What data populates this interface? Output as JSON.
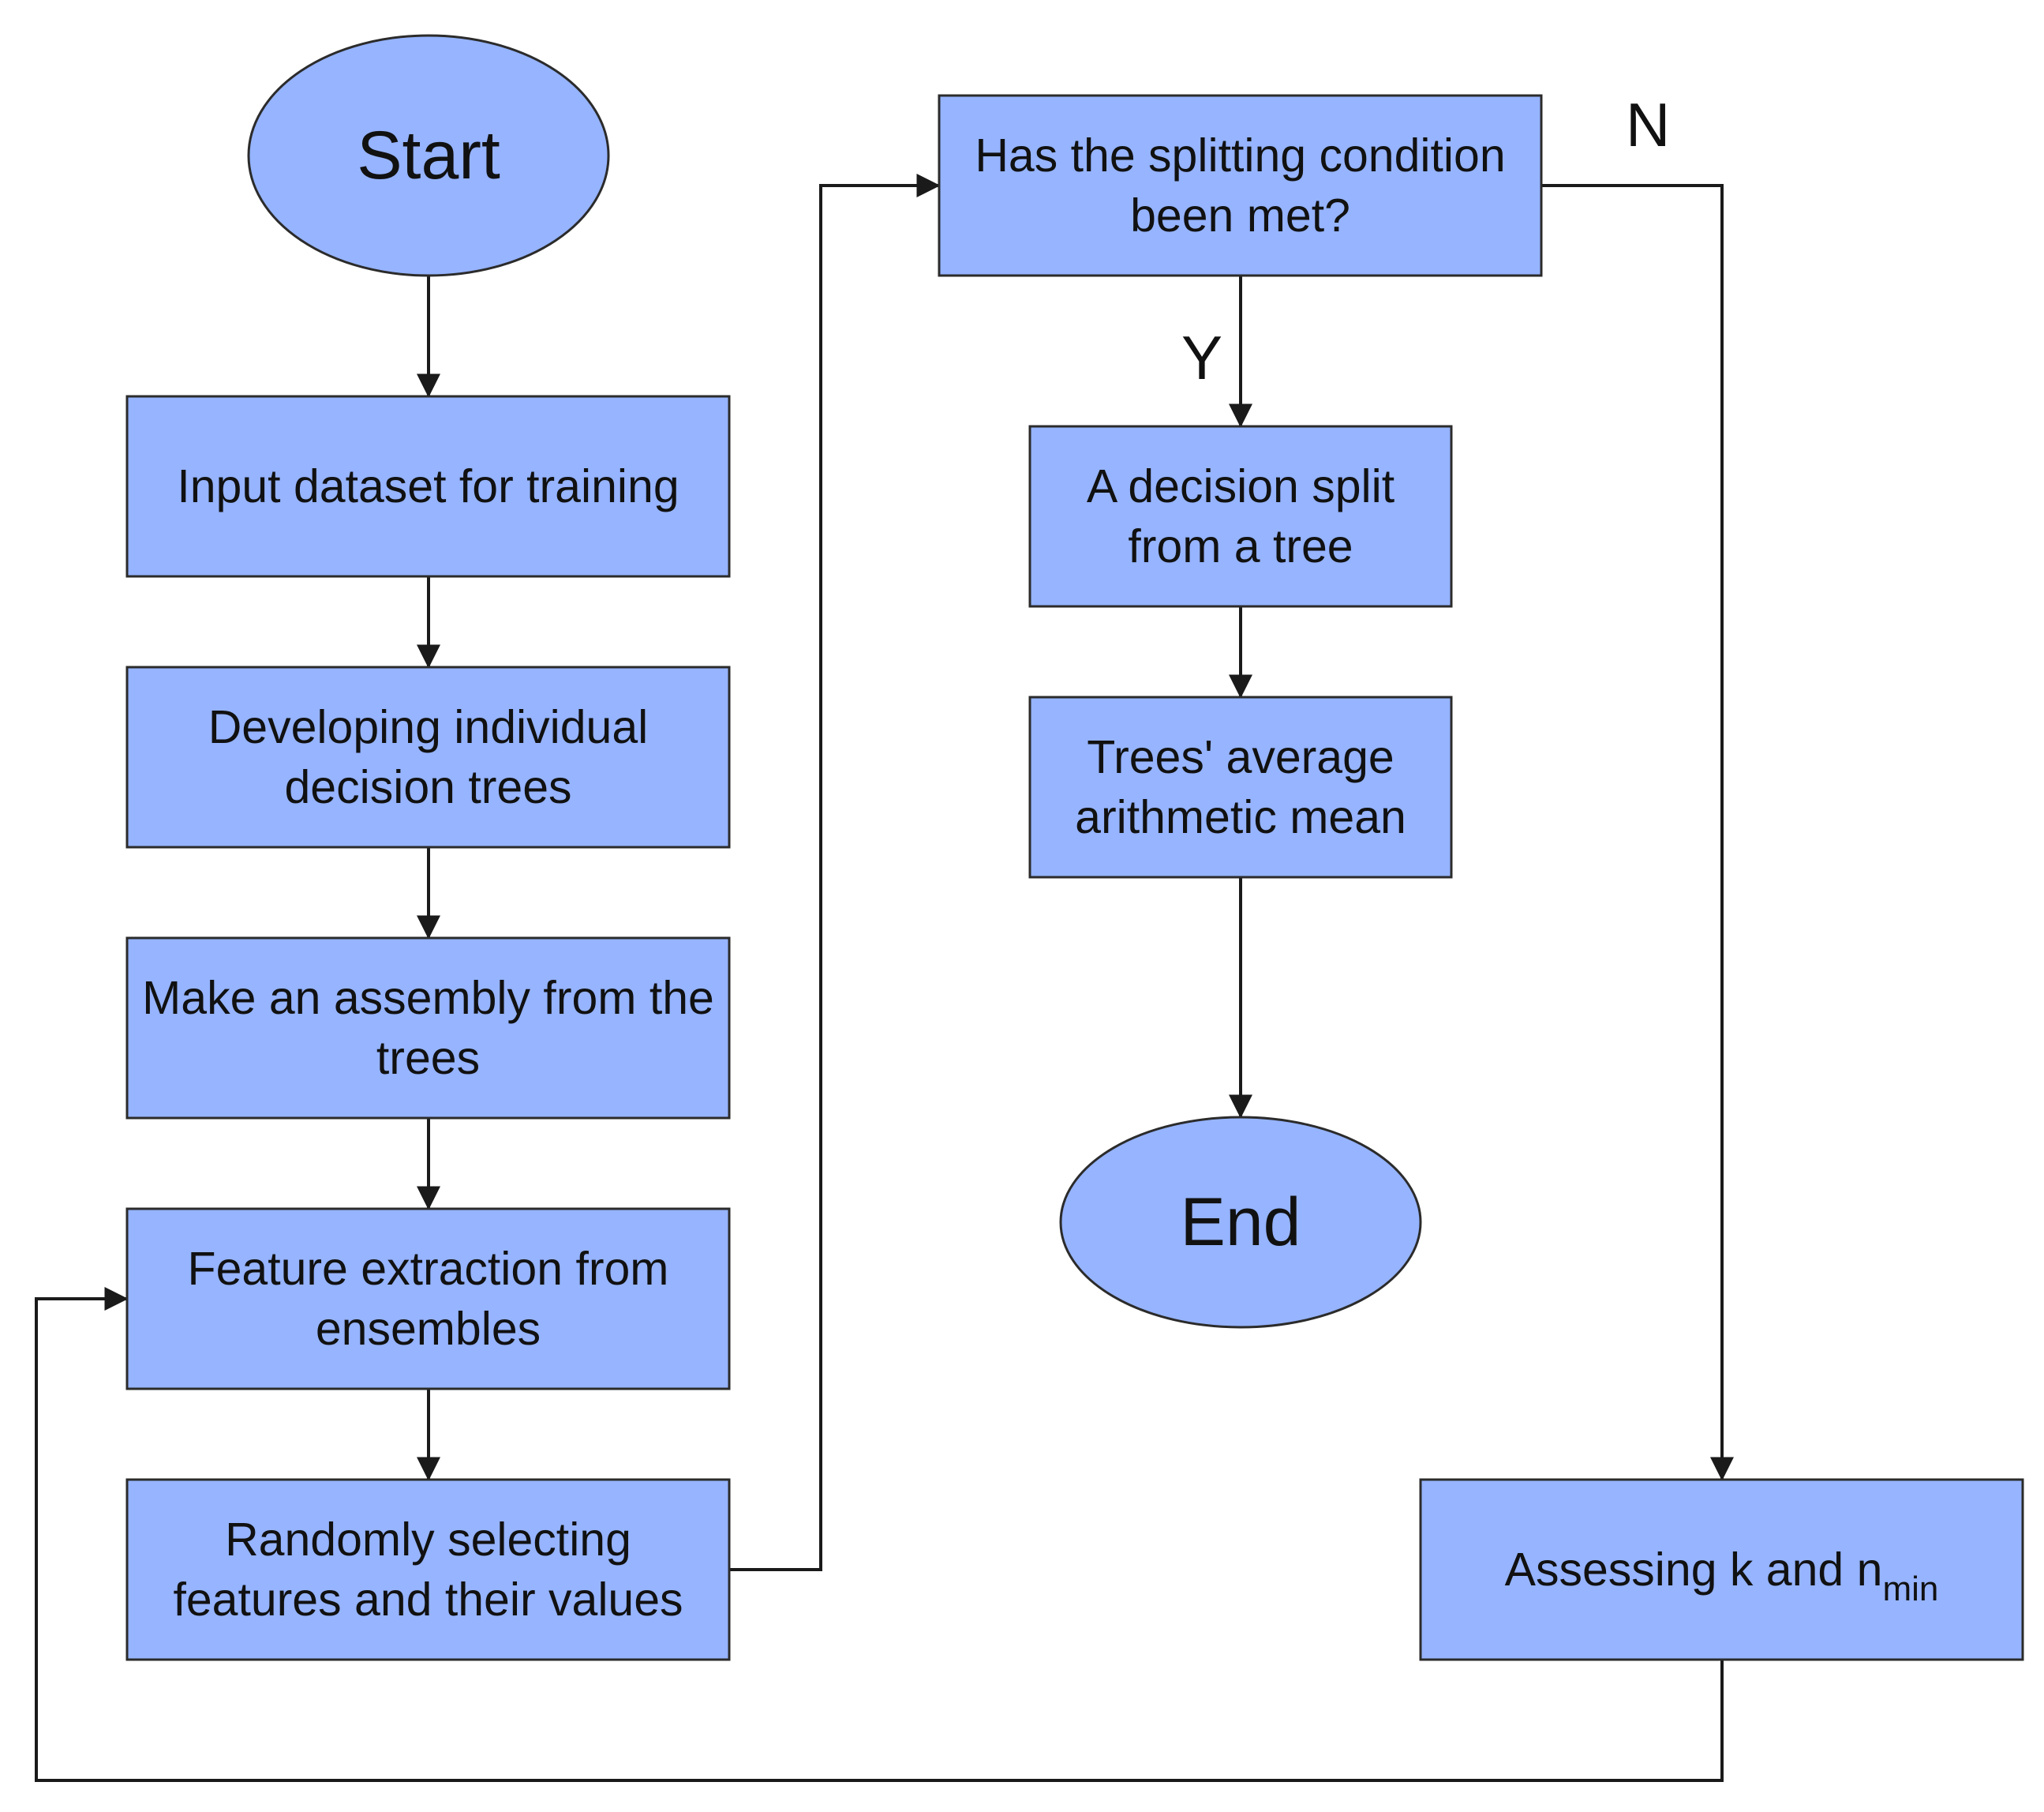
{
  "colors": {
    "node_fill": "#96b4ff",
    "node_stroke": "#2b2b2b",
    "edge_stroke": "#1a1a1a",
    "text": "#111111",
    "background": "#ffffff"
  },
  "nodes": {
    "start": {
      "shape": "ellipse",
      "lines": [
        "Start"
      ]
    },
    "input": {
      "shape": "rect",
      "lines": [
        "Input dataset for training"
      ]
    },
    "develop": {
      "shape": "rect",
      "lines": [
        "Developing individual",
        "decision trees"
      ]
    },
    "assembly": {
      "shape": "rect",
      "lines": [
        "Make an assembly from the",
        "trees"
      ]
    },
    "feature": {
      "shape": "rect",
      "lines": [
        "Feature extraction from",
        "ensembles"
      ]
    },
    "random": {
      "shape": "rect",
      "lines": [
        "Randomly selecting",
        "features and their values"
      ]
    },
    "condition": {
      "shape": "rect",
      "lines": [
        "Has the splitting condition",
        "been met?"
      ]
    },
    "split": {
      "shape": "rect",
      "lines": [
        "A decision split",
        "from a tree"
      ]
    },
    "mean": {
      "shape": "rect",
      "lines": [
        "Trees' average",
        "arithmetic mean"
      ]
    },
    "end": {
      "shape": "ellipse",
      "lines": [
        "End"
      ]
    },
    "assess": {
      "shape": "rect",
      "lines": [
        "Assessing k and n"
      ],
      "subscript": "min"
    }
  },
  "edges": [
    {
      "from": "start",
      "to": "input"
    },
    {
      "from": "input",
      "to": "develop"
    },
    {
      "from": "develop",
      "to": "assembly"
    },
    {
      "from": "assembly",
      "to": "feature"
    },
    {
      "from": "feature",
      "to": "random"
    },
    {
      "from": "random",
      "to": "condition"
    },
    {
      "from": "condition",
      "to": "split",
      "label": "Y"
    },
    {
      "from": "split",
      "to": "mean"
    },
    {
      "from": "mean",
      "to": "end"
    },
    {
      "from": "condition",
      "to": "assess",
      "label": "N"
    },
    {
      "from": "assess",
      "to": "feature"
    }
  ]
}
